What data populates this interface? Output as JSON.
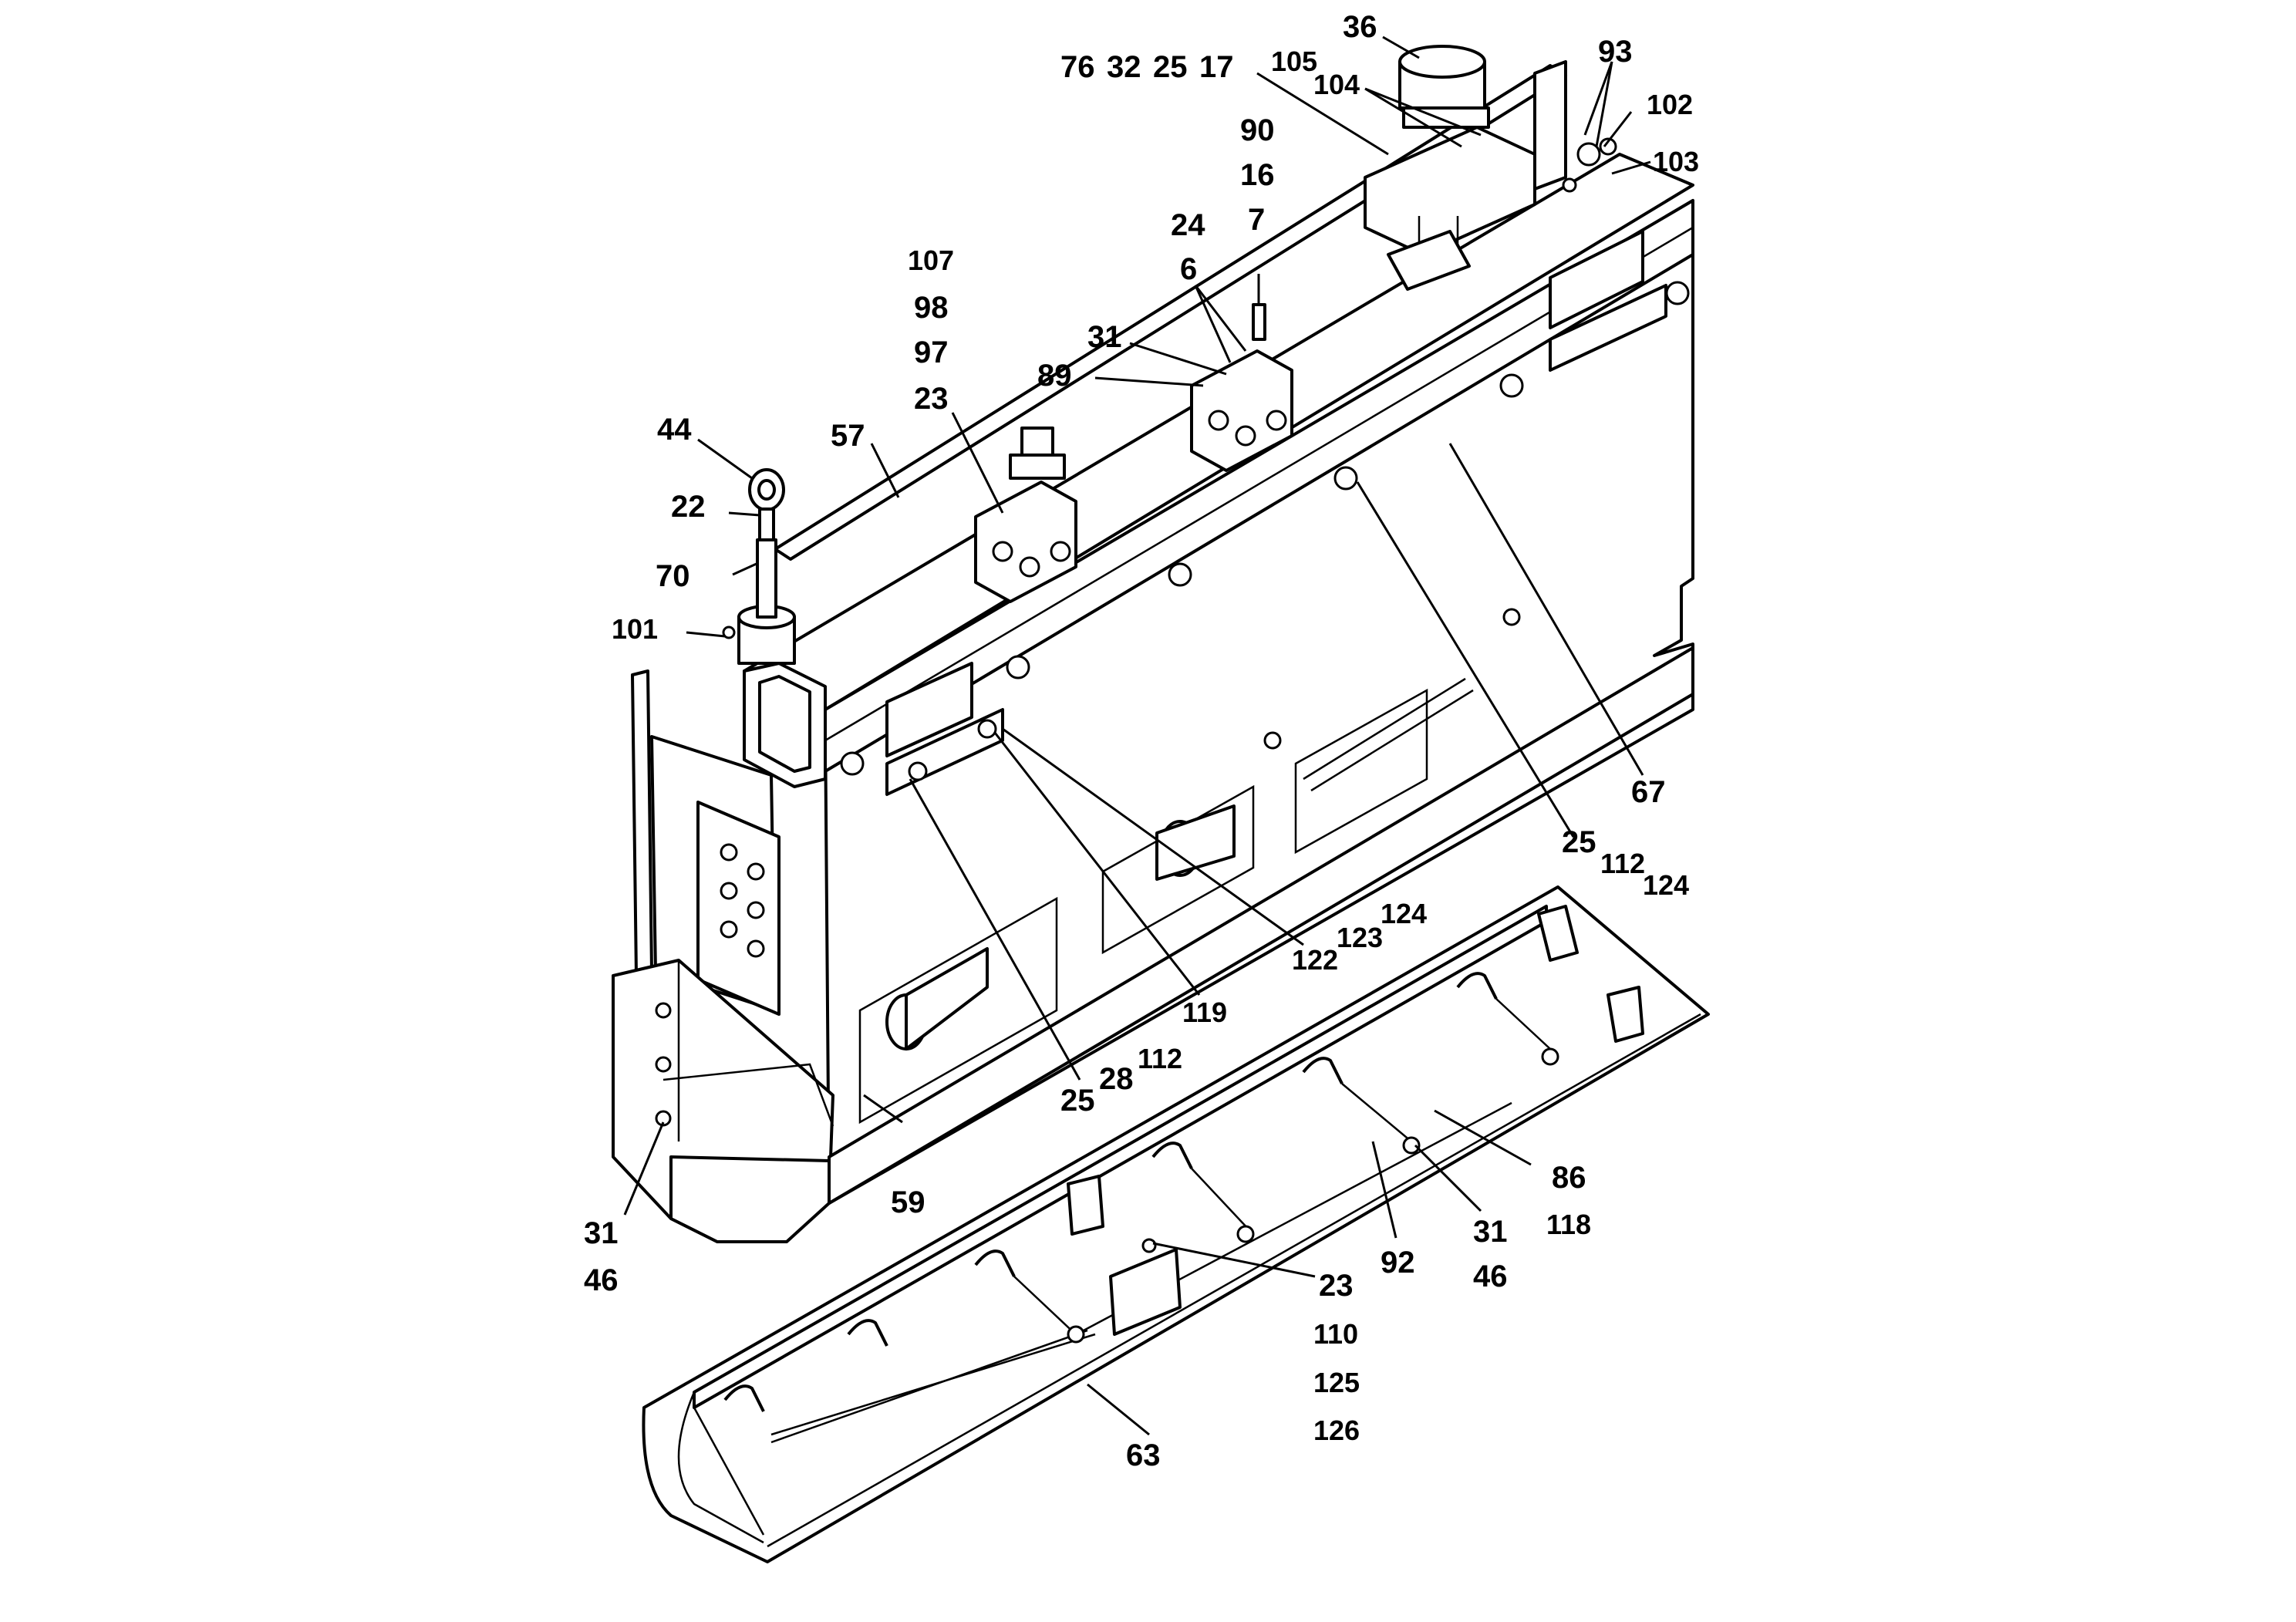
{
  "callouts": [
    {
      "id": "c36",
      "text": "36"
    },
    {
      "id": "c76",
      "text": "76"
    },
    {
      "id": "c32",
      "text": "32"
    },
    {
      "id": "c25a",
      "text": "25"
    },
    {
      "id": "c17",
      "text": "17"
    },
    {
      "id": "c105",
      "text": "105"
    },
    {
      "id": "c104",
      "text": "104"
    },
    {
      "id": "c93",
      "text": "93"
    },
    {
      "id": "c102",
      "text": "102"
    },
    {
      "id": "c103",
      "text": "103"
    },
    {
      "id": "c90",
      "text": "90"
    },
    {
      "id": "c16",
      "text": "16"
    },
    {
      "id": "c7",
      "text": "7"
    },
    {
      "id": "c24",
      "text": "24"
    },
    {
      "id": "c6",
      "text": "6"
    },
    {
      "id": "c107",
      "text": "107"
    },
    {
      "id": "c98",
      "text": "98"
    },
    {
      "id": "c97",
      "text": "97"
    },
    {
      "id": "c23a",
      "text": "23"
    },
    {
      "id": "c31a",
      "text": "31"
    },
    {
      "id": "c89",
      "text": "89"
    },
    {
      "id": "c44",
      "text": "44"
    },
    {
      "id": "c57",
      "text": "57"
    },
    {
      "id": "c22",
      "text": "22"
    },
    {
      "id": "c70",
      "text": "70"
    },
    {
      "id": "c101",
      "text": "101"
    },
    {
      "id": "c67",
      "text": "67"
    },
    {
      "id": "c25b",
      "text": "25"
    },
    {
      "id": "c112a",
      "text": "112"
    },
    {
      "id": "c124a",
      "text": "124"
    },
    {
      "id": "c124b",
      "text": "124"
    },
    {
      "id": "c123",
      "text": "123"
    },
    {
      "id": "c122",
      "text": "122"
    },
    {
      "id": "c119",
      "text": "119"
    },
    {
      "id": "c25c",
      "text": "25"
    },
    {
      "id": "c28",
      "text": "28"
    },
    {
      "id": "c112b",
      "text": "112"
    },
    {
      "id": "c59",
      "text": "59"
    },
    {
      "id": "c31b",
      "text": "31"
    },
    {
      "id": "c46a",
      "text": "46"
    },
    {
      "id": "c86",
      "text": "86"
    },
    {
      "id": "c118",
      "text": "118"
    },
    {
      "id": "c31c",
      "text": "31"
    },
    {
      "id": "c92",
      "text": "92"
    },
    {
      "id": "c46b",
      "text": "46"
    },
    {
      "id": "c23b",
      "text": "23"
    },
    {
      "id": "c110",
      "text": "110"
    },
    {
      "id": "c125",
      "text": "125"
    },
    {
      "id": "c126",
      "text": "126"
    },
    {
      "id": "c63",
      "text": "63"
    }
  ]
}
